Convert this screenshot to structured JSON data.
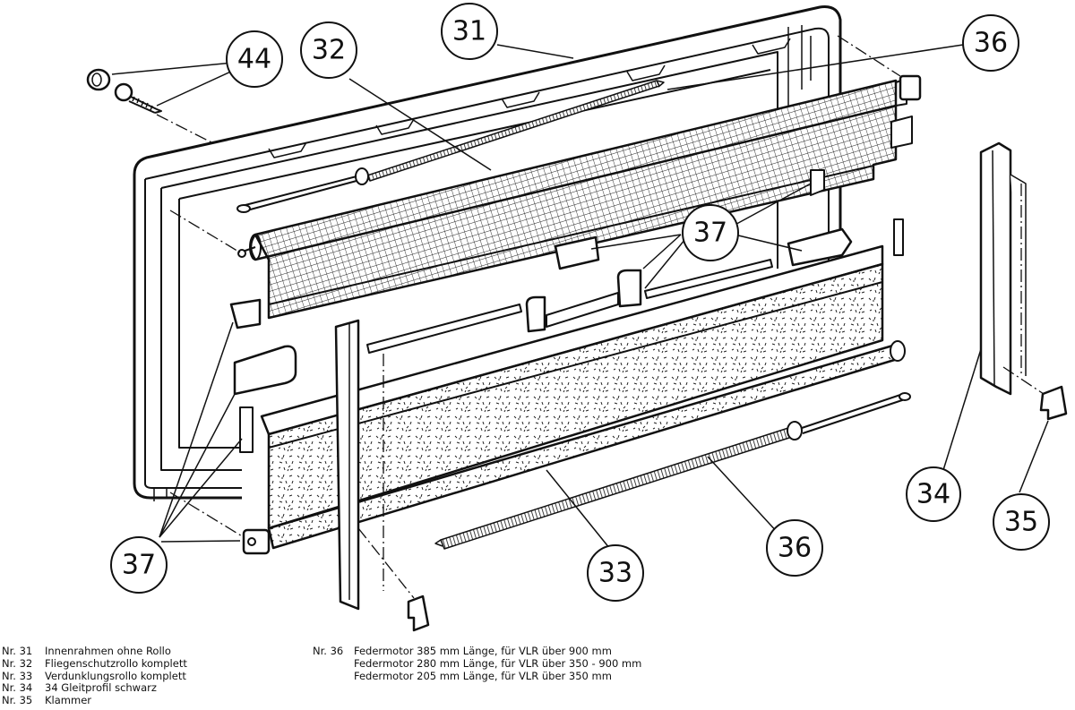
{
  "diagram": {
    "title": "Exploded view: window roller blind assembly (Innenrahmen, Fliegenschutzrollo, Verdunklungsrollo)",
    "callouts": [
      {
        "id": "44",
        "label": "44"
      },
      {
        "id": "32",
        "label": "32"
      },
      {
        "id": "31",
        "label": "31"
      },
      {
        "id": "36a",
        "label": "36"
      },
      {
        "id": "37a",
        "label": "37"
      },
      {
        "id": "34",
        "label": "34"
      },
      {
        "id": "35",
        "label": "35"
      },
      {
        "id": "37b",
        "label": "37"
      },
      {
        "id": "33",
        "label": "33"
      },
      {
        "id": "36b",
        "label": "36"
      }
    ],
    "colors": {
      "line": "#111111",
      "background": "#ffffff",
      "stipple": "#222222"
    }
  },
  "legend": {
    "left": [
      {
        "nr": "Nr. 31",
        "text": "Innenrahmen ohne Rollo"
      },
      {
        "nr": "Nr. 32",
        "text": "Fliegenschutzrollo komplett"
      },
      {
        "nr": "Nr. 33",
        "text": "Verdunklungsrollo komplett"
      },
      {
        "nr": "Nr. 34",
        "text": "34 Gleitprofil schwarz"
      },
      {
        "nr": "Nr. 35",
        "text": "Klammer"
      }
    ],
    "right": [
      {
        "nr": "Nr. 36",
        "text": "Federmotor 385 mm Länge, für VLR über 900 mm"
      },
      {
        "nr": "",
        "text": "Federmotor 280 mm Länge, für VLR über 350 - 900 mm"
      },
      {
        "nr": "",
        "text": "Federmotor 205 mm Länge, für VLR über 350 mm"
      }
    ]
  }
}
